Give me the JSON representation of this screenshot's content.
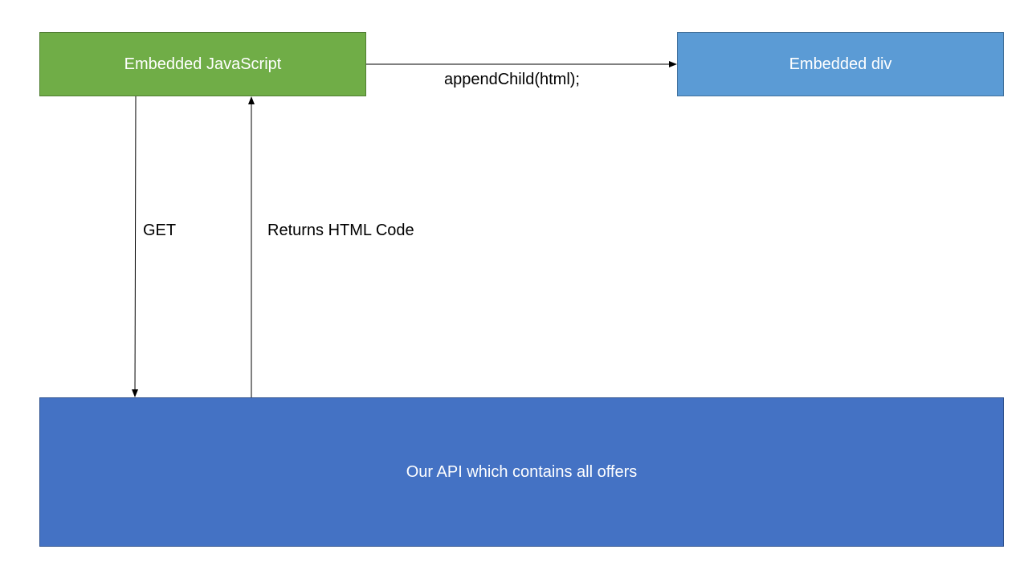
{
  "nodes": {
    "embedded_js": {
      "label": "Embedded JavaScript",
      "color": "#70ad47"
    },
    "embedded_div": {
      "label": "Embedded div",
      "color": "#5b9bd5"
    },
    "api": {
      "label": "Our API which contains all offers",
      "color": "#4472c4"
    }
  },
  "edges": {
    "append": {
      "label": "appendChild(html);",
      "from": "embedded_js",
      "to": "embedded_div"
    },
    "get": {
      "label": "GET",
      "from": "embedded_js",
      "to": "api"
    },
    "returns": {
      "label": "Returns HTML Code",
      "from": "api",
      "to": "embedded_js"
    }
  }
}
